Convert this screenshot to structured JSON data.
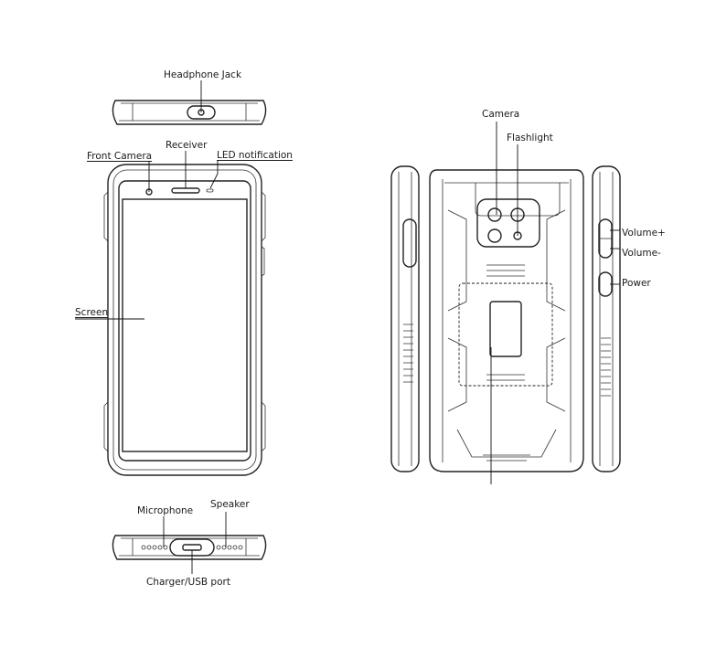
{
  "labels": {
    "headphone_jack": "Headphone Jack",
    "front_camera": "Front Camera",
    "receiver": "Receiver",
    "led_notification": "LED notification",
    "screen": "Screen",
    "microphone": "Microphone",
    "speaker": "Speaker",
    "charger_usb_port": "Charger/USB port",
    "camera": "Camera",
    "flashlight": "Flashlight",
    "volume_up": "Volume+",
    "volume_down": "Volume-",
    "power": "Power"
  },
  "colors": {
    "line": "#222222",
    "text": "#1a1a1a",
    "background": "#ffffff"
  }
}
